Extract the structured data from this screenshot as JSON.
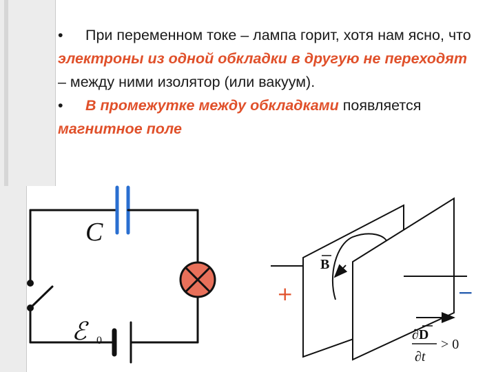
{
  "slide": {
    "bullet_glyph": "•",
    "bullet1": {
      "t1": "При переменном токе – лампа горит, хотя нам ясно, что ",
      "h1": "электроны из одной обкладки в другую не переходят",
      "t2": " – между ними изолятор (или вакуум)."
    },
    "bullet2": {
      "h1": "В промежутке между обкладками",
      "t1": " появляется ",
      "h2": "магнитное поле"
    }
  },
  "circuit": {
    "capacitor_label": "C",
    "emf_symbol": "ℰ",
    "emf_subscript": "0"
  },
  "plates": {
    "plus_sign": "+",
    "minus_sign": "−",
    "b_label": "B",
    "d_numerator": "∂D",
    "d_denominator": "∂t",
    "d_relation": "> 0"
  },
  "colors": {
    "highlight": "#e0502a",
    "lamp_fill": "#e8705a",
    "plus_color": "#e0502a",
    "minus_color": "#2a5fb0"
  }
}
